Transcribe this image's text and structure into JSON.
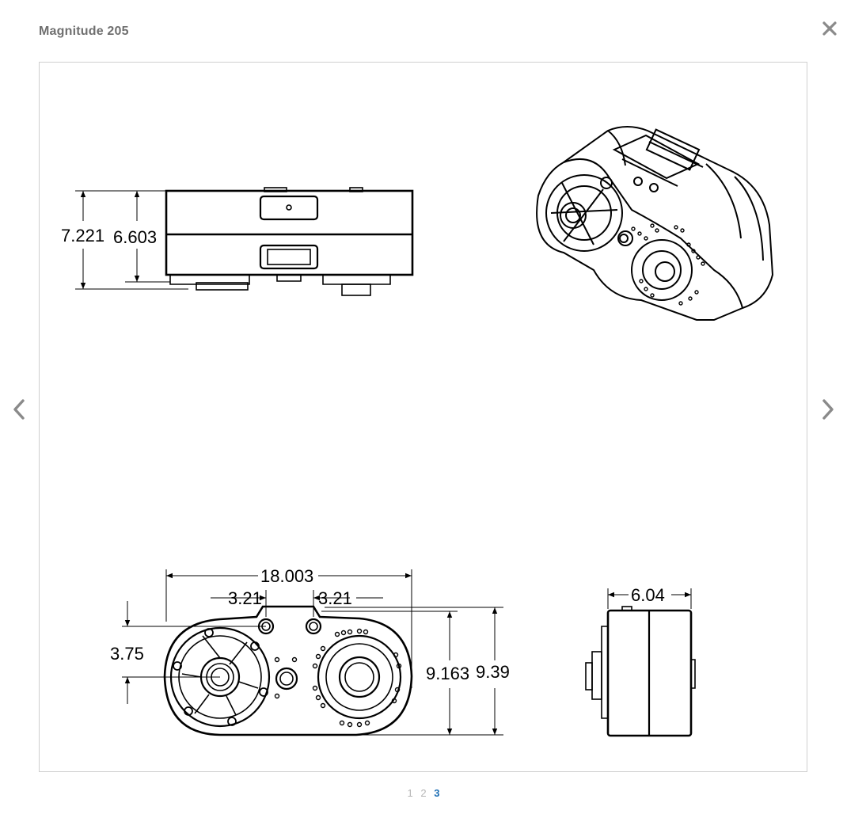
{
  "modal": {
    "title": "Magnitude 205"
  },
  "icons": {
    "close": "close-icon",
    "prev": "chevron-left-icon",
    "next": "chevron-right-icon"
  },
  "drawing": {
    "side_view": {
      "dim_outer_height": "7.221",
      "dim_inner_height": "6.603"
    },
    "front_view": {
      "dim_width": "18.003",
      "dim_left_offset": "3.21",
      "dim_right_offset": "3.21",
      "dim_shaft_height": "3.75",
      "dim_body_height": "9.163",
      "dim_total_height": "9.39"
    },
    "end_view": {
      "dim_depth": "6.04"
    }
  },
  "pagination": {
    "pages": [
      "1",
      "2",
      "3"
    ],
    "active": "3"
  },
  "colors": {
    "title": "#6f6f6f",
    "active_page": "#1e6fb5",
    "inactive_page": "#b5b5b5",
    "frame_border": "#cfcfcf"
  }
}
